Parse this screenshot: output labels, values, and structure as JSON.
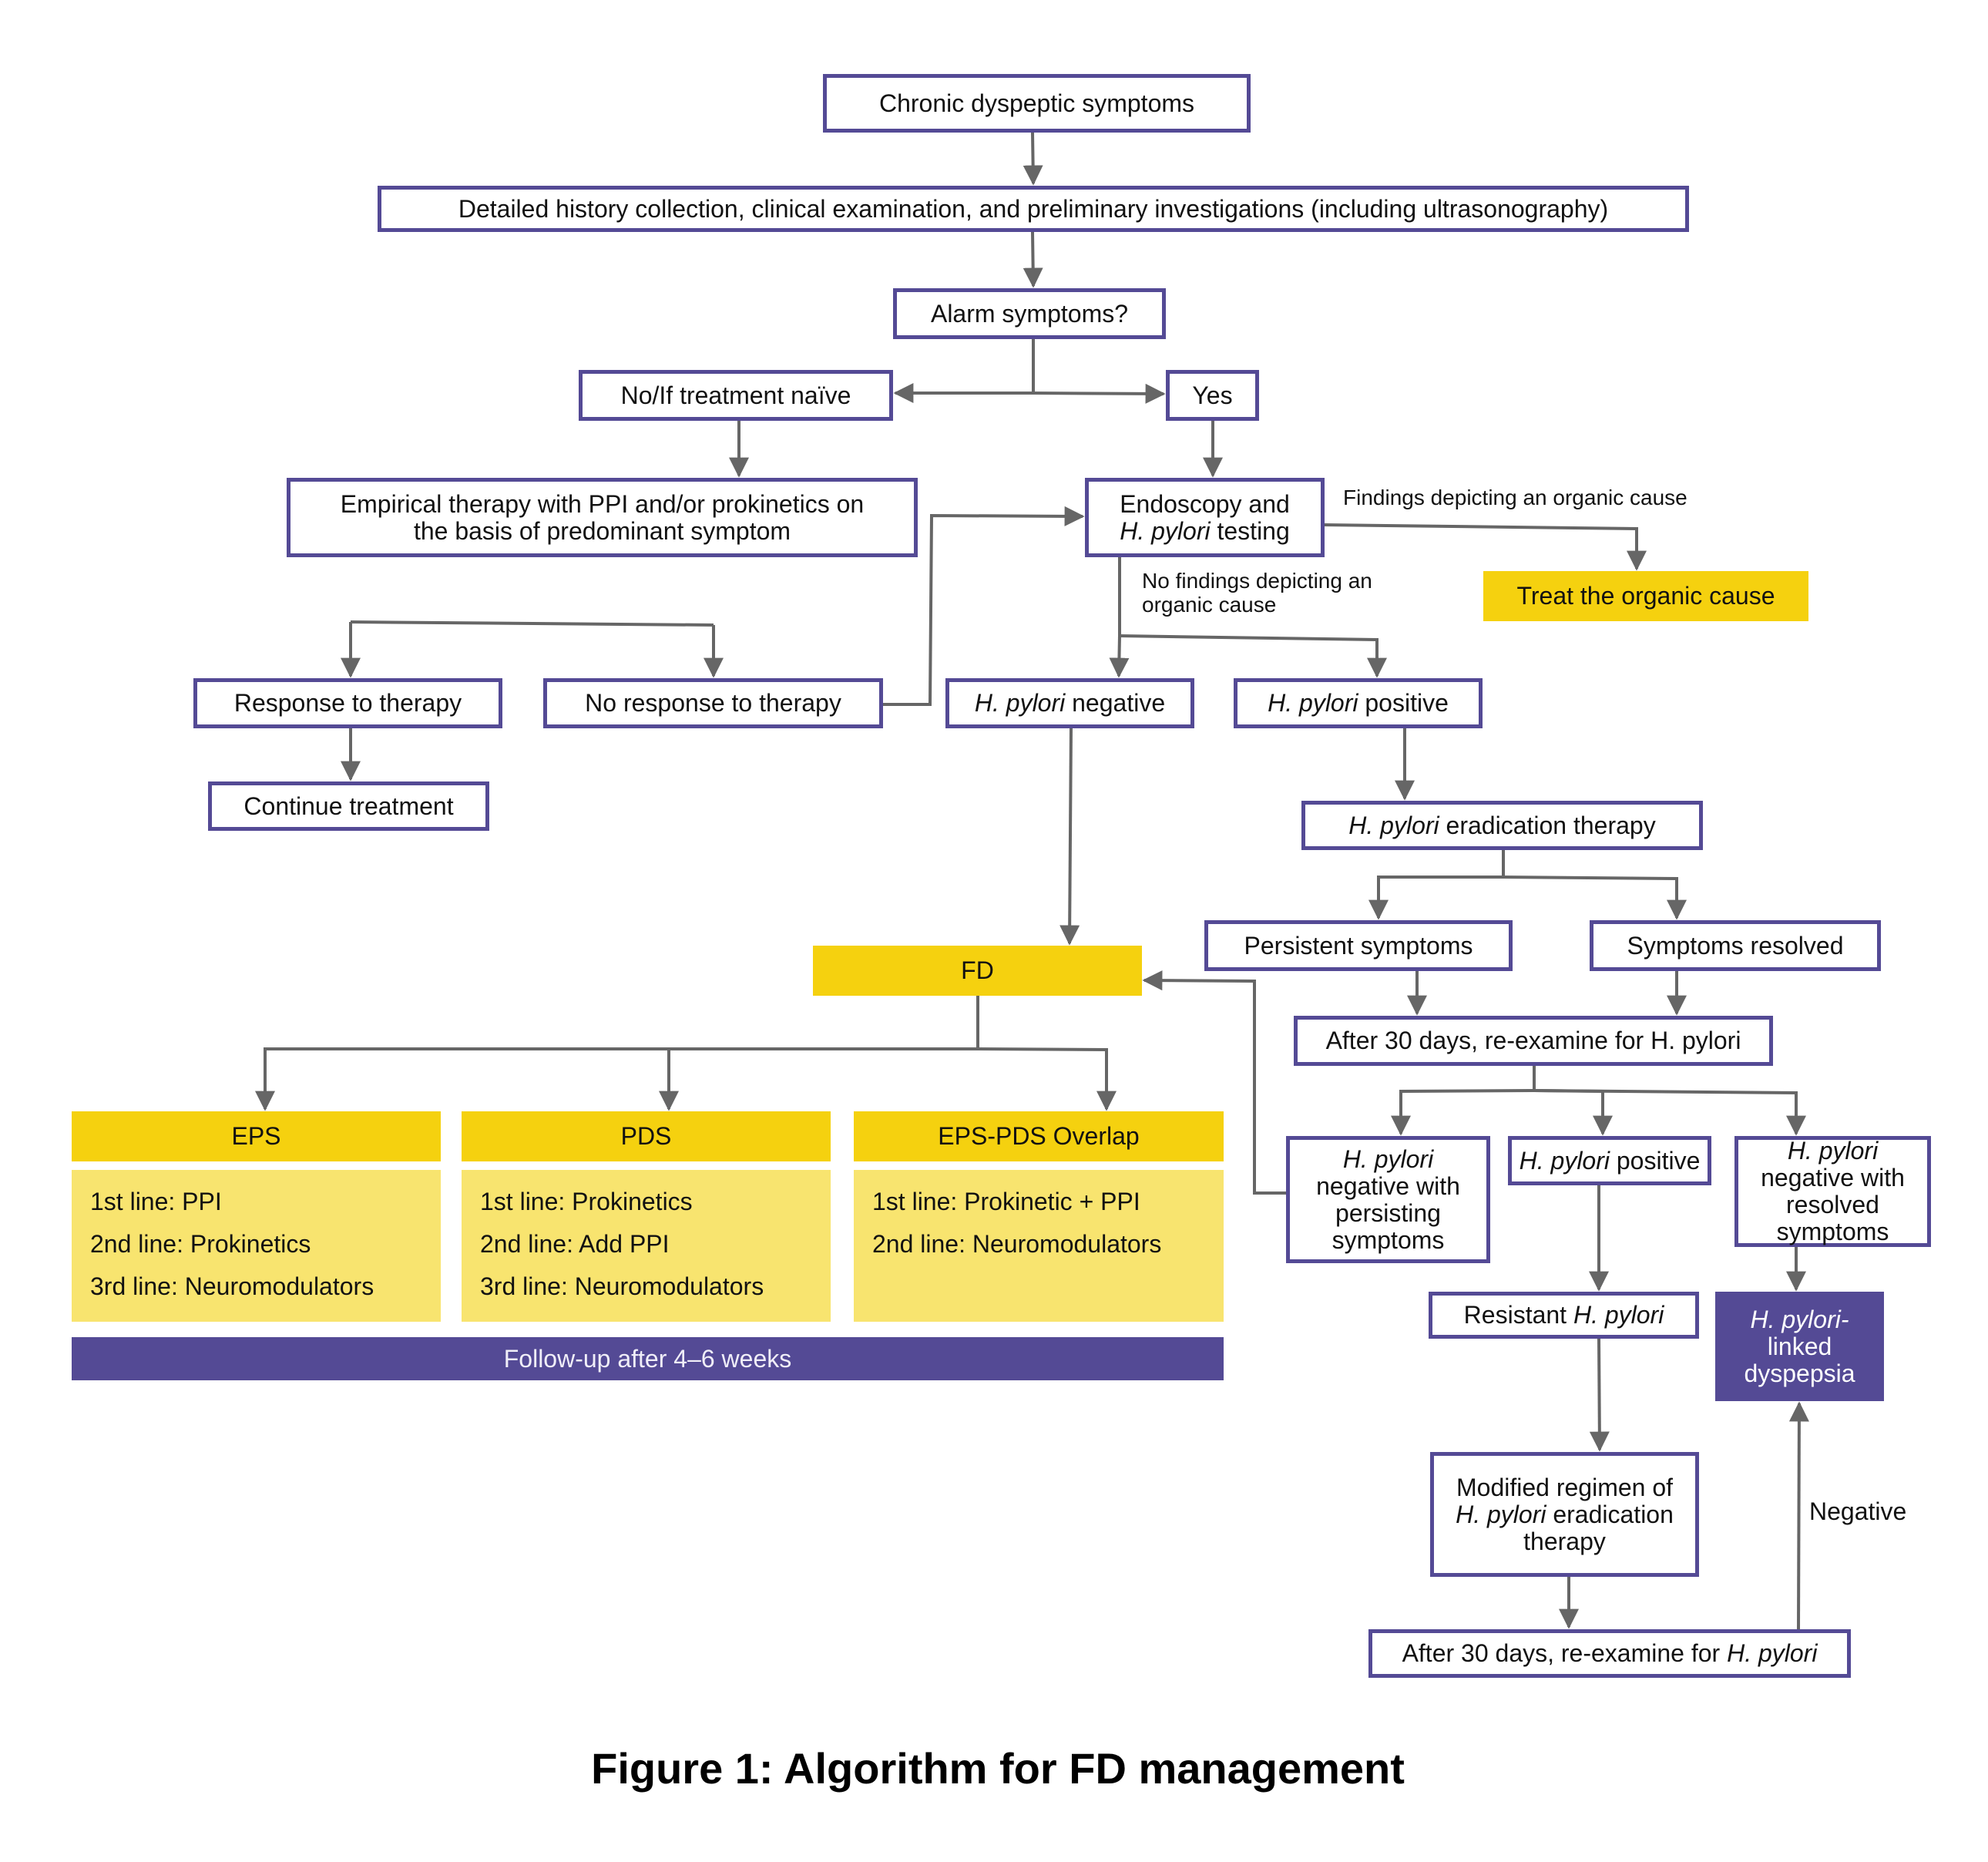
{
  "diagram": {
    "caption": "Figure 1: Algorithm for FD management",
    "colors": {
      "box_border": "#544a95",
      "yellow": "#f5d10f",
      "light_yellow": "#f8e46f",
      "purple": "#544a95",
      "arrow": "#666666"
    },
    "nodes": {
      "chronic": "Chronic dyspeptic symptoms",
      "history": "Detailed history collection, clinical examination, and preliminary investigations (including ultrasonography)",
      "alarm": "Alarm symptoms?",
      "no_naive": "No/If treatment naïve",
      "yes": "Yes",
      "empirical_l1": "Empirical therapy with PPI and/or prokinetics on",
      "empirical_l2": "the basis of predominant symptom",
      "endoscopy_l1": "Endoscopy and",
      "endoscopy_l2_it": "H. pylori",
      "endoscopy_l2": " testing",
      "treat_organic": "Treat the organic cause",
      "response": "Response to therapy",
      "no_response": "No response to therapy",
      "continue": "Continue treatment",
      "hp_negative_it": "H. pylori",
      "hp_negative": " negative",
      "hp_positive_it": "H. pylori",
      "hp_positive": " positive",
      "eradication_it": "H. pylori",
      "eradication": " eradication therapy",
      "fd": "FD",
      "persistent": "Persistent symptoms",
      "resolved": "Symptoms resolved",
      "after30": "After 30 days, re-examine for H. pylori",
      "neg_persisting_it": "H. pylori",
      "neg_persisting": "negative with persisting symptoms",
      "pos2_it": "H. pylori",
      "pos2": " positive",
      "neg_resolved_it": "H. pylori",
      "neg_resolved": "negative with resolved symptoms",
      "resistant": "Resistant ",
      "resistant_it": "H. pylori",
      "linked_it": "H. pylori-",
      "linked": "linked dyspepsia",
      "modified_l1": "Modified regimen of",
      "modified_it": "H. pylori",
      "modified_l2": " eradication",
      "modified_l3": "therapy",
      "after30b": "After 30 days, re-examine for ",
      "after30b_it": "H. pylori"
    },
    "edge_labels": {
      "findings": "Findings depicting an organic cause",
      "no_findings_l1": "No findings depicting an",
      "no_findings_l2": "organic cause",
      "negative": "Negative"
    },
    "subtypes": [
      {
        "title": "EPS",
        "lines": [
          "1st line: PPI",
          "2nd line: Prokinetics",
          "3rd line: Neuromodulators"
        ]
      },
      {
        "title": "PDS",
        "lines": [
          "1st line: Prokinetics",
          "2nd line: Add PPI",
          "3rd line: Neuromodulators"
        ]
      },
      {
        "title": "EPS-PDS Overlap",
        "lines": [
          "1st line: Prokinetic + PPI",
          "2nd line: Neuromodulators"
        ]
      }
    ],
    "followup": "Follow-up after 4–6 weeks"
  }
}
